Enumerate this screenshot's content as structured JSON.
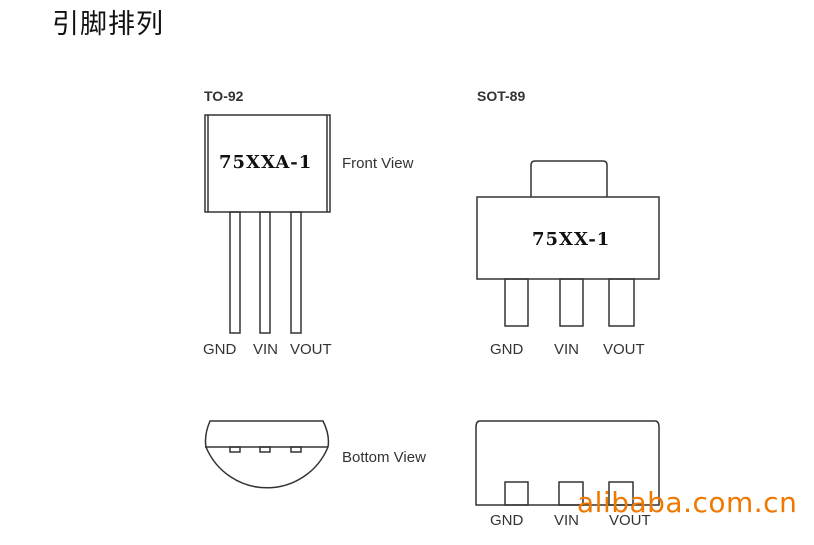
{
  "page_title": "引脚排列",
  "packages": [
    {
      "name": "TO-92",
      "marking": "75XXA-1",
      "front_view_label": "Front View",
      "bottom_view_label": "Bottom View",
      "pins": [
        "GND",
        "VIN",
        "VOUT"
      ]
    },
    {
      "name": "SOT-89",
      "marking": "75XX-1",
      "pins_top": [
        "GND",
        "VIN",
        "VOUT"
      ],
      "pins_bottom": [
        "GND",
        "VIN",
        "VOUT"
      ]
    }
  ],
  "watermark": "alibaba.com.cn",
  "colors": {
    "line": "#333333",
    "watermark": "#f07800"
  }
}
